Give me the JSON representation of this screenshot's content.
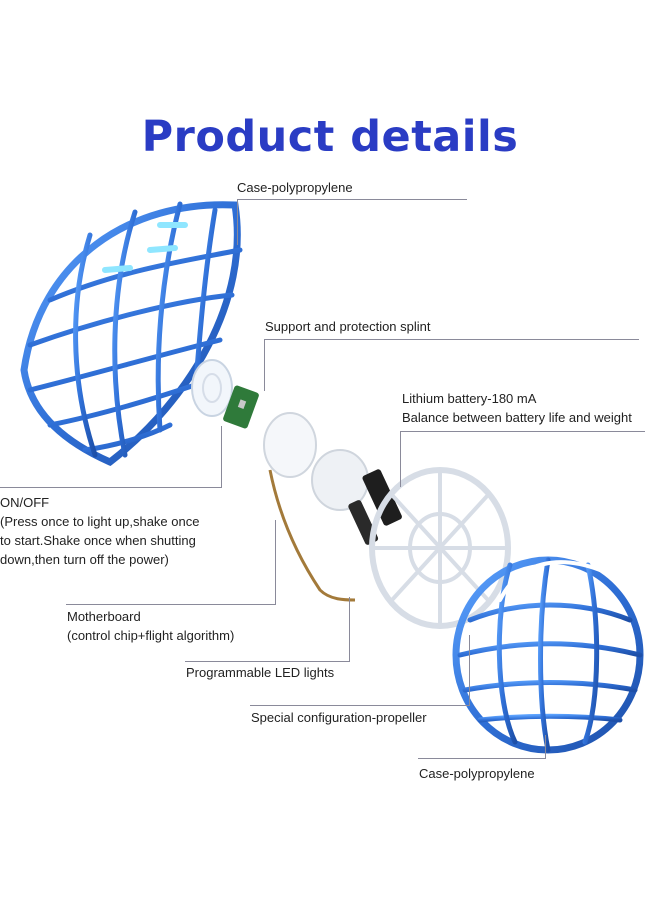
{
  "title": "Product details",
  "labels": {
    "case_top": "Case-polypropylene",
    "splint": "Support and protection splint",
    "battery_line1": "Lithium battery-180 mA",
    "battery_line2": "Balance between battery life and weight",
    "onoff_line1": "ON/OFF",
    "onoff_line2": "(Press once to light up,shake once",
    "onoff_line3": "to start.Shake once when shutting",
    "onoff_line4": "down,then turn off the power)",
    "motherboard_line1": "Motherboard",
    "motherboard_line2": "(control chip+flight algorithm)",
    "led": "Programmable LED lights",
    "propeller": "Special configuration-propeller",
    "case_bottom": "Case-polypropylene"
  },
  "colors": {
    "title": "#2a3cc4",
    "shell": "#2f6fd6",
    "shell_dark": "#1d4fa8",
    "leader": "#8a8a9a"
  }
}
